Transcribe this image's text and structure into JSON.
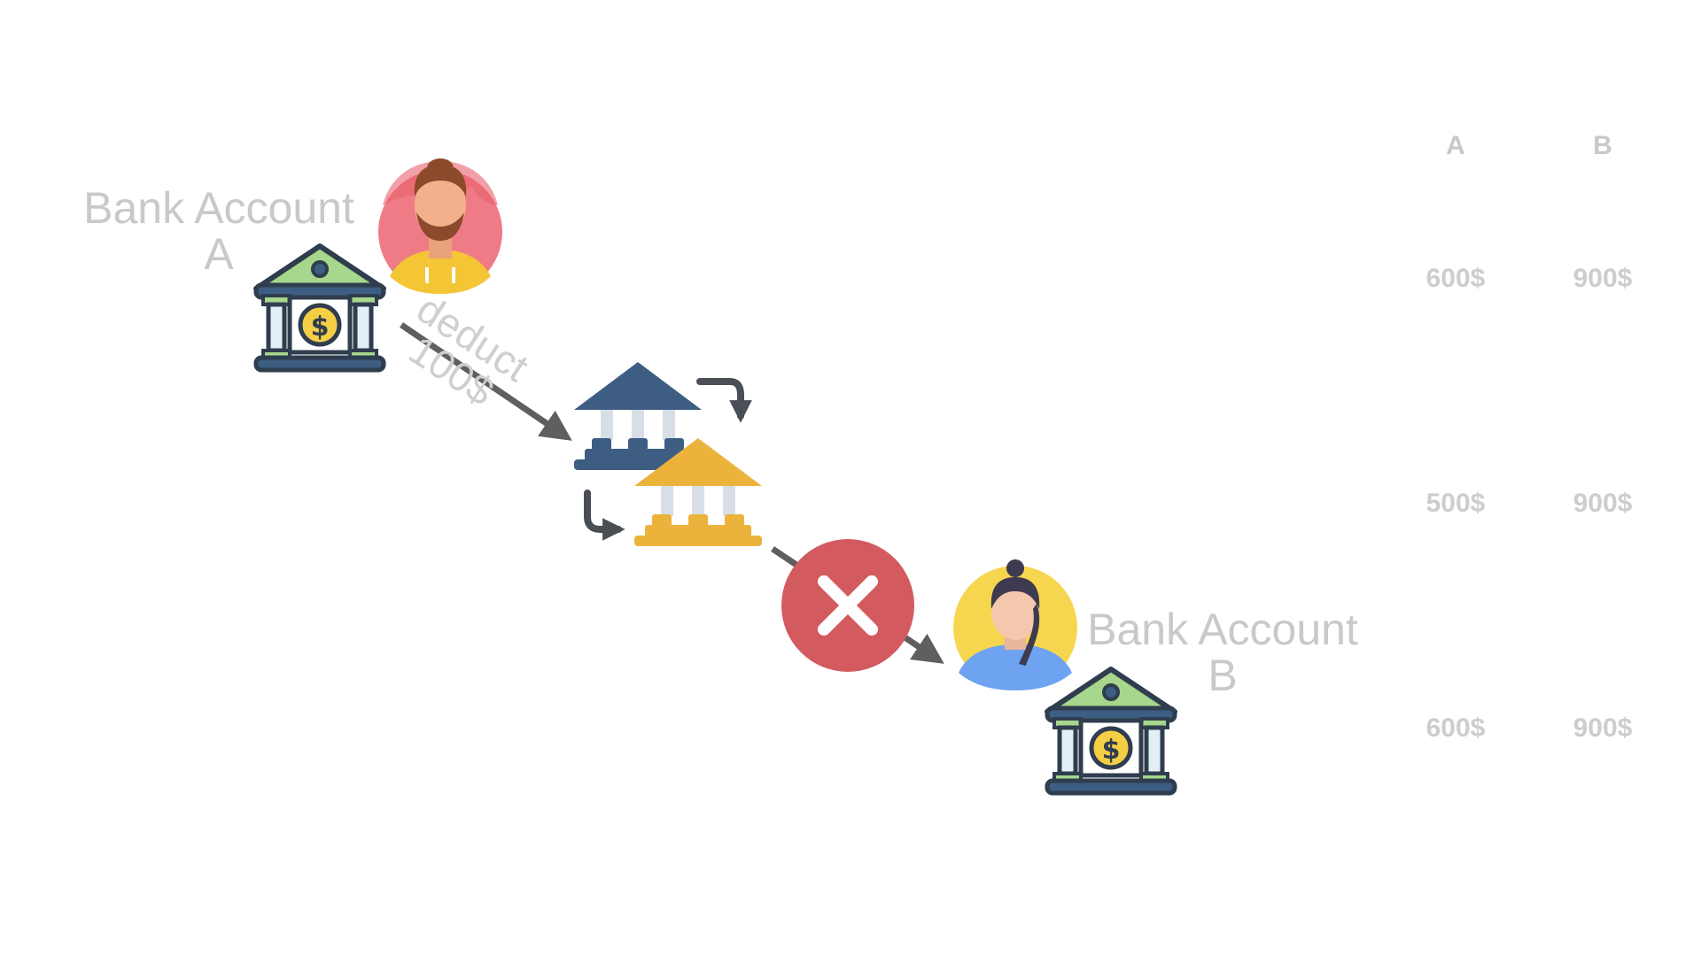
{
  "account_a": {
    "label_line1": "Bank Account",
    "label_line2": "A",
    "avatar_icon": "man-avatar-icon",
    "bank_icon": "bank-dollar-icon"
  },
  "account_b": {
    "label_line1": "Bank Account",
    "label_line2": "B",
    "avatar_icon": "woman-avatar-icon",
    "bank_icon": "bank-dollar-icon"
  },
  "transfer": {
    "action_line1": "deduct",
    "action_line2": "100$",
    "intermediary_icon": "bank-transfer-icon",
    "failure_icon": "error-x-icon"
  },
  "balances": {
    "columns": [
      "A",
      "B"
    ],
    "rows": [
      [
        "600$",
        "900$"
      ],
      [
        "500$",
        "900$"
      ],
      [
        "600$",
        "900$"
      ]
    ]
  },
  "colors": {
    "label_gray": "#c9c9c9",
    "arrow_gray": "#5f5f5f",
    "error_red": "#d35a5f",
    "bank_blue": "#3d5d82",
    "bank_yellow": "#ecb33c",
    "bank_green": "#a6d78c"
  }
}
